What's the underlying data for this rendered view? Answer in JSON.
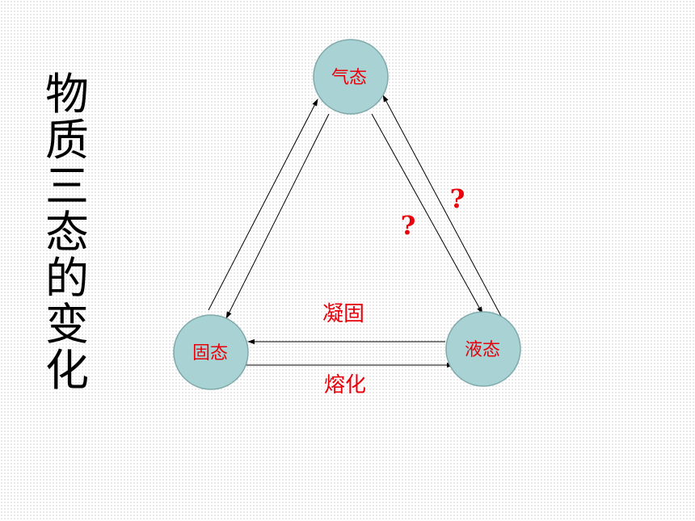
{
  "title": "物质三态的变化",
  "nodes": {
    "gas": "气态",
    "solid": "固态",
    "liquid": "液态"
  },
  "labels": {
    "solidify": "凝固",
    "melt": "熔化",
    "unknown_right": "?",
    "unknown_left": "?"
  },
  "colors": {
    "node_fill": "#a9d2d4",
    "label_red": "#e8000b"
  }
}
